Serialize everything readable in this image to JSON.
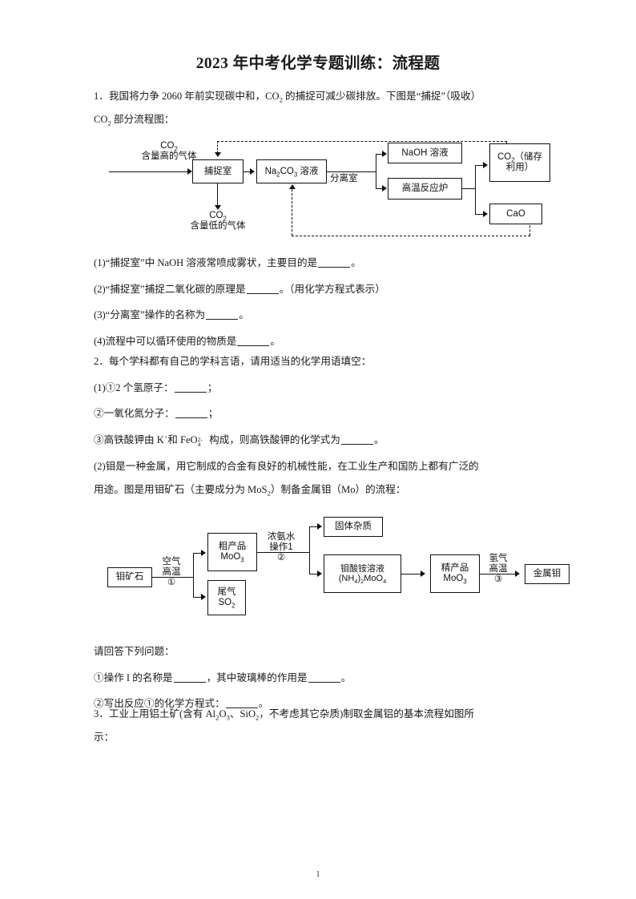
{
  "document": {
    "title": "2023 年中考化学专题训练：流程题",
    "page_number": "1"
  },
  "q1": {
    "stem_line1_a": "1．我国将力争 2060 年前实现碳中和，CO",
    "stem_line1_sub": "2",
    "stem_line1_b": " 的捕捉可减少碳排放。下图是“捕捉”（吸收）",
    "stem_line2_a": "CO",
    "stem_line2_sub": "2",
    "stem_line2_b": " 部分流程图：",
    "sub_questions": [
      {
        "prefix": "(1)“捕捉室”中 NaOH 溶液常喷成雾状，主要目的是",
        "suffix": "。"
      },
      {
        "prefix": "(2)“捕捉室”捕捉二氧化碳的原理是",
        "suffix": "。（用化学方程式表示）"
      },
      {
        "prefix": "(3)“分离室”操作的名称为",
        "suffix": "。"
      },
      {
        "prefix": "(4)流程中可以循环使用的物质是",
        "suffix": "。"
      }
    ]
  },
  "diagram1": {
    "name": "co2-capture-flow",
    "inlet_label_line1": "CO",
    "inlet_label_sub": "2",
    "inlet_label_line2": "含量高的气体",
    "outlet_label_line1": "CO",
    "outlet_label_sub": "2",
    "outlet_label_line2": "含量低的气体",
    "boxes": {
      "capture_room": "捕捉室",
      "na2co3_solution_a": "Na",
      "na2co3_solution_sub1": "2",
      "na2co3_solution_b": "CO",
      "na2co3_solution_sub2": "3",
      "na2co3_solution_c": " 溶液",
      "naoh_solution": "NaOH 溶液",
      "high_temp_furnace": "高温反应炉",
      "co2_storage_line1_a": "CO",
      "co2_storage_sub": "2",
      "co2_storage_line1_b": "（储存",
      "co2_storage_line2": "利用）",
      "cao": "CaO"
    },
    "separation_label": "分离室"
  },
  "q2": {
    "stem": "2．每个学科都有自己的学科言语，请用适当的化学用语填空：",
    "items": [
      {
        "prefix": "(1)①2 个氢原子：",
        "suffix": "；"
      },
      {
        "prefix": "②一氧化氮分子：",
        "suffix": "；"
      }
    ],
    "item3": {
      "a": "③高铁酸钾由 K",
      "sup1": "+",
      "b": "和 FeO",
      "stack_sup": "2-",
      "stack_sub": "4",
      "c": " 构成，则高铁酸钾的化学式为",
      "suffix": "。"
    },
    "part2_line1": "(2)钼是一种金属，用它制成的合金有良好的机械性能，在工业生产和国防上都有广泛的",
    "part2_line2_a": "用途。图是用钼矿石（主要成分为 MoS",
    "part2_line2_sub": "2",
    "part2_line2_b": "）制备金属钼（Mo）的流程：",
    "answer_prompt": "请回答下列问题：",
    "sub_questions": [
      {
        "prefix": "①操作 I 的名称是",
        "middle": "，其中玻璃棒的作用是",
        "suffix": "。"
      },
      {
        "prefix": "②写出反应①的化学方程式：",
        "suffix": "。"
      }
    ]
  },
  "diagram2": {
    "name": "molybdenum-flow",
    "boxes": {
      "ore": "钼矿石",
      "crude_line1": "粗产品",
      "crude_line2_a": "MoO",
      "crude_line2_sub": "3",
      "tail_line1": "尾气",
      "tail_line2_a": "SO",
      "tail_line2_sub": "2",
      "solid_impurity": "固体杂质",
      "ammonium_line1": "钼酸铵溶液",
      "ammonium_line2_a": "(NH",
      "ammonium_line2_sub1": "4",
      "ammonium_line2_b": ")",
      "ammonium_line2_sub2": "2",
      "ammonium_line2_c": "MoO",
      "ammonium_line2_sub3": "4",
      "fine_line1": "精产品",
      "fine_line2_a": "MoO",
      "fine_line2_sub": "3",
      "metal_mo": "金属钼"
    },
    "arrow_labels": {
      "step1_line1": "空气",
      "step1_line2": "高温",
      "step1_line3": "①",
      "step2_line1": "浓氨水",
      "step2_line2": "操作1",
      "step2_line3": "②",
      "step3_line1": "氢气",
      "step3_line2": "高温",
      "step3_line3": "③"
    }
  },
  "q3": {
    "line1_a": "3．工业上用铝土矿(含有 Al",
    "line1_sub1": "2",
    "line1_b": "O",
    "line1_sub2": "3",
    "line1_c": "、SiO",
    "line1_sub3": "2",
    "line1_d": "，不考虑其它杂质)制取金属铝的基本流程如图所",
    "line2": "示："
  }
}
